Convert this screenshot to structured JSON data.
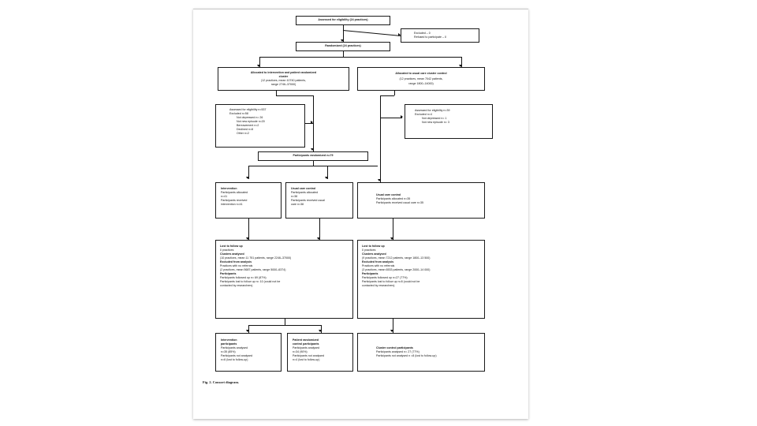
{
  "figure": {
    "caption": "Fig. 2. Consort diagram.",
    "accent_color": "#111111",
    "page_background": "#ffffff"
  },
  "nodes": {
    "assessed_eligibility": {
      "title": "Assessed for eligibility (24 practices)"
    },
    "excluded_top": {
      "line1": "Excluded – 0",
      "line2": "Refused to participate – 0"
    },
    "randomized": {
      "title": "Randomized (24 practices)"
    },
    "alloc_intervention": {
      "title1": "Allocated to intervention and patient randomized",
      "title2": "cluster",
      "line1": "(12 practices, mean 10740 patients,",
      "line2": "range 2746–37000)"
    },
    "alloc_usual_cluster": {
      "title": "Allocated to usual care cluster control",
      "line1": "(12 practices, mean 7042 patients,",
      "line2": "range 1800–14000)"
    },
    "eligibility_left": {
      "line1": "Assessed for eligibility n=537",
      "line2": "Excluded n=58",
      "items": [
        "Not depressed n= 26",
        "Not new episode n=20",
        "Bereavement n=2",
        "Declined n=8",
        "Other n=2"
      ]
    },
    "eligibility_right": {
      "line1": "Assessed for eligibility n=39",
      "line2": "Excluded n=4",
      "items": [
        "Not depressed n= 1",
        "Not new episode n= 3"
      ]
    },
    "participants_randomized": {
      "title": "Participants randomized  n=79"
    },
    "intervention_alloc": {
      "title": "Intervention",
      "line1": "Participants allocated",
      "line2": "n=41",
      "line3": "Participants received",
      "line4": "intervention n=41"
    },
    "usual_care_control_alloc": {
      "title": "Usual care control",
      "line1": "Participants allocated",
      "line2": "n=38",
      "line3": "Participants received usual",
      "line4": "care  n=38"
    },
    "cluster_usual_care_alloc": {
      "title": "Usual care control",
      "line1": "Participants allocated n=35",
      "line2": "Participants received usual care n=35"
    },
    "followup_left": {
      "h1": "Lost to follow up",
      "l1": "0 practices",
      "h2": "Clusters analysed",
      "l2": "(10 practices, mean 11 751 patients, range 2246–37000)",
      "h3": "Excluded from analysis",
      "l3": "Practices with no referrals",
      "l4": "(2 practices, mean 5687 patients, range 5000–6374)",
      "h4": "Participants",
      "l5": "Participants followed up n= 69 (87%)",
      "l6": "Participants lost to follow up n= 10  (could not be",
      "l7": "contacted by researchers)"
    },
    "followup_right": {
      "h1": "Lost to follow up",
      "l1": "0 practices",
      "h2": "Clusters analysed",
      "l2": "(9 practices, mean  7212 patients, range  1800–13 500)",
      "h3": "Excluded from analysis",
      "l3": "Practices with no referrals",
      "l4": "(3 practices, mean 6533 patients, range  2000–14 000)",
      "h4": "Participants",
      "l5": "Participants followed up n=27 (77%)",
      "l6": "Participants lost to follow up  n=8 (could not be",
      "l7": "contacted by researchers)"
    },
    "analysed_intervention": {
      "title1": "Intervention",
      "title2": "participants",
      "l1": "Participants analysed",
      "l2": "n=35 (85%)",
      "l3": "Participants not analysed",
      "l4": "n=6 (lost to follow-up)"
    },
    "analysed_patient_control": {
      "title1": "Patient randomized",
      "title2": "control participants",
      "l1": "Participants analysed",
      "l2": "n=34 (90%)",
      "l3": "Participants not analysed",
      "l4": "n=4 (lost to follow-up)"
    },
    "analysed_cluster_control": {
      "title": "Cluster control participants",
      "l1": "Participants analysed n= 27 (77%)",
      "l2": "Participants not analysed n =8 (lost to follow-up)"
    }
  }
}
